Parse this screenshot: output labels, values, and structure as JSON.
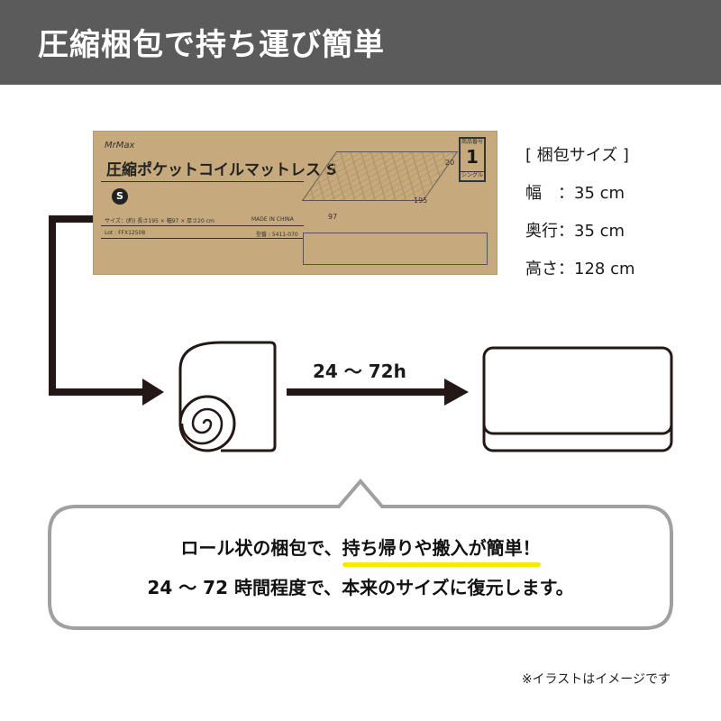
{
  "header": {
    "title": "圧縮梱包で持ち運び簡単"
  },
  "box_photo": {
    "brand": "MrMax",
    "product_name": "圧縮ポケットコイルマットレス S",
    "size_badge": "S",
    "size_text": "サイズ：(約) 長さ195 × 幅97 × 厚さ20 cm",
    "made_in": "MADE IN CHINA",
    "lot": "Lot : FFX12508",
    "model": "型番 : 5411-070",
    "number_label": "商品番号",
    "number": "1",
    "number_sub": "シングル",
    "dim_height": "20",
    "dim_length": "195",
    "dim_width": "97"
  },
  "package_size": {
    "heading": "[ 梱包サイズ ]",
    "rows": [
      {
        "label": "幅　：",
        "value": "35 cm"
      },
      {
        "label": "奥行：",
        "value": "35 cm"
      },
      {
        "label": "高さ：",
        "value": "128 cm"
      }
    ]
  },
  "flow": {
    "time_label": "24 ～ 72h"
  },
  "bubble": {
    "line1_prefix": "ロール状の梱包で、",
    "line1_highlight": "持ち帰りや搬入が簡単！",
    "line2": "24 ～ 72 時間程度で、本来のサイズに復元します。"
  },
  "note": "※イラストはイメージです",
  "colors": {
    "header_bg": "#5b5b5b",
    "highlight": "#f7ea00",
    "arrow": "#231815",
    "bubble_border": "#a0a0a0",
    "box": "#c6a97c"
  }
}
